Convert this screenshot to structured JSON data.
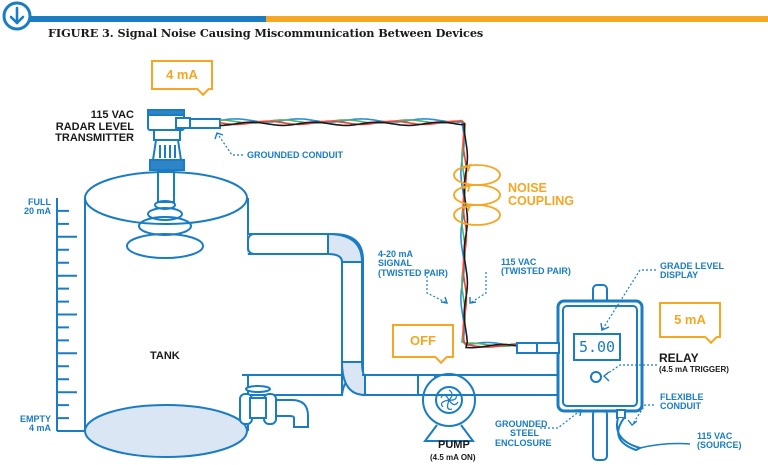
{
  "header": {
    "icon": "arrow-down-circle-icon",
    "figure_title": "FIGURE 3. Signal Noise Causing Miscommunication Between Devices",
    "bar_colors": {
      "left": "#1a7cc2",
      "right": "#f5a623"
    }
  },
  "colors": {
    "line_blue": "#1a7cc2",
    "fill_light_blue": "#dbe6f4",
    "callout_orange": "#f5a623",
    "wire_red": "#e8483f",
    "wire_black": "#1a1a1a",
    "wire_green": "#5bb36a",
    "wire_blue": "#2b8fd6"
  },
  "transmitter": {
    "callout": "4 mA",
    "label": "115 VAC\nRADAR LEVEL\nTRANSMITTER",
    "conduit_label": "GROUNDED CONDUIT"
  },
  "noise": {
    "label": "NOISE\nCOUPLING"
  },
  "wires": {
    "signal_label": "4-20 mA\nSIGNAL\n(TWISTED PAIR)",
    "power_label": "115 VAC\n(TWISTED PAIR)"
  },
  "tank": {
    "label": "TANK",
    "scale_top": "FULL\n20 mA",
    "scale_bottom": "EMPTY\n4 mA"
  },
  "pump": {
    "callout": "OFF",
    "label": "PUMP",
    "sublabel": "(4.5 mA ON)"
  },
  "relay": {
    "display_value": "5.00",
    "callout": "5 mA",
    "label": "RELAY",
    "sublabel": "(4.5 mA TRIGGER)",
    "display_label": "GRADE LEVEL\nDISPLAY",
    "enclosure_label": "GROUNDED\nSTEEL\nENCLOSURE",
    "flex_label": "FLEXIBLE\nCONDUIT",
    "source_label": "115 VAC\n(SOURCE)"
  }
}
